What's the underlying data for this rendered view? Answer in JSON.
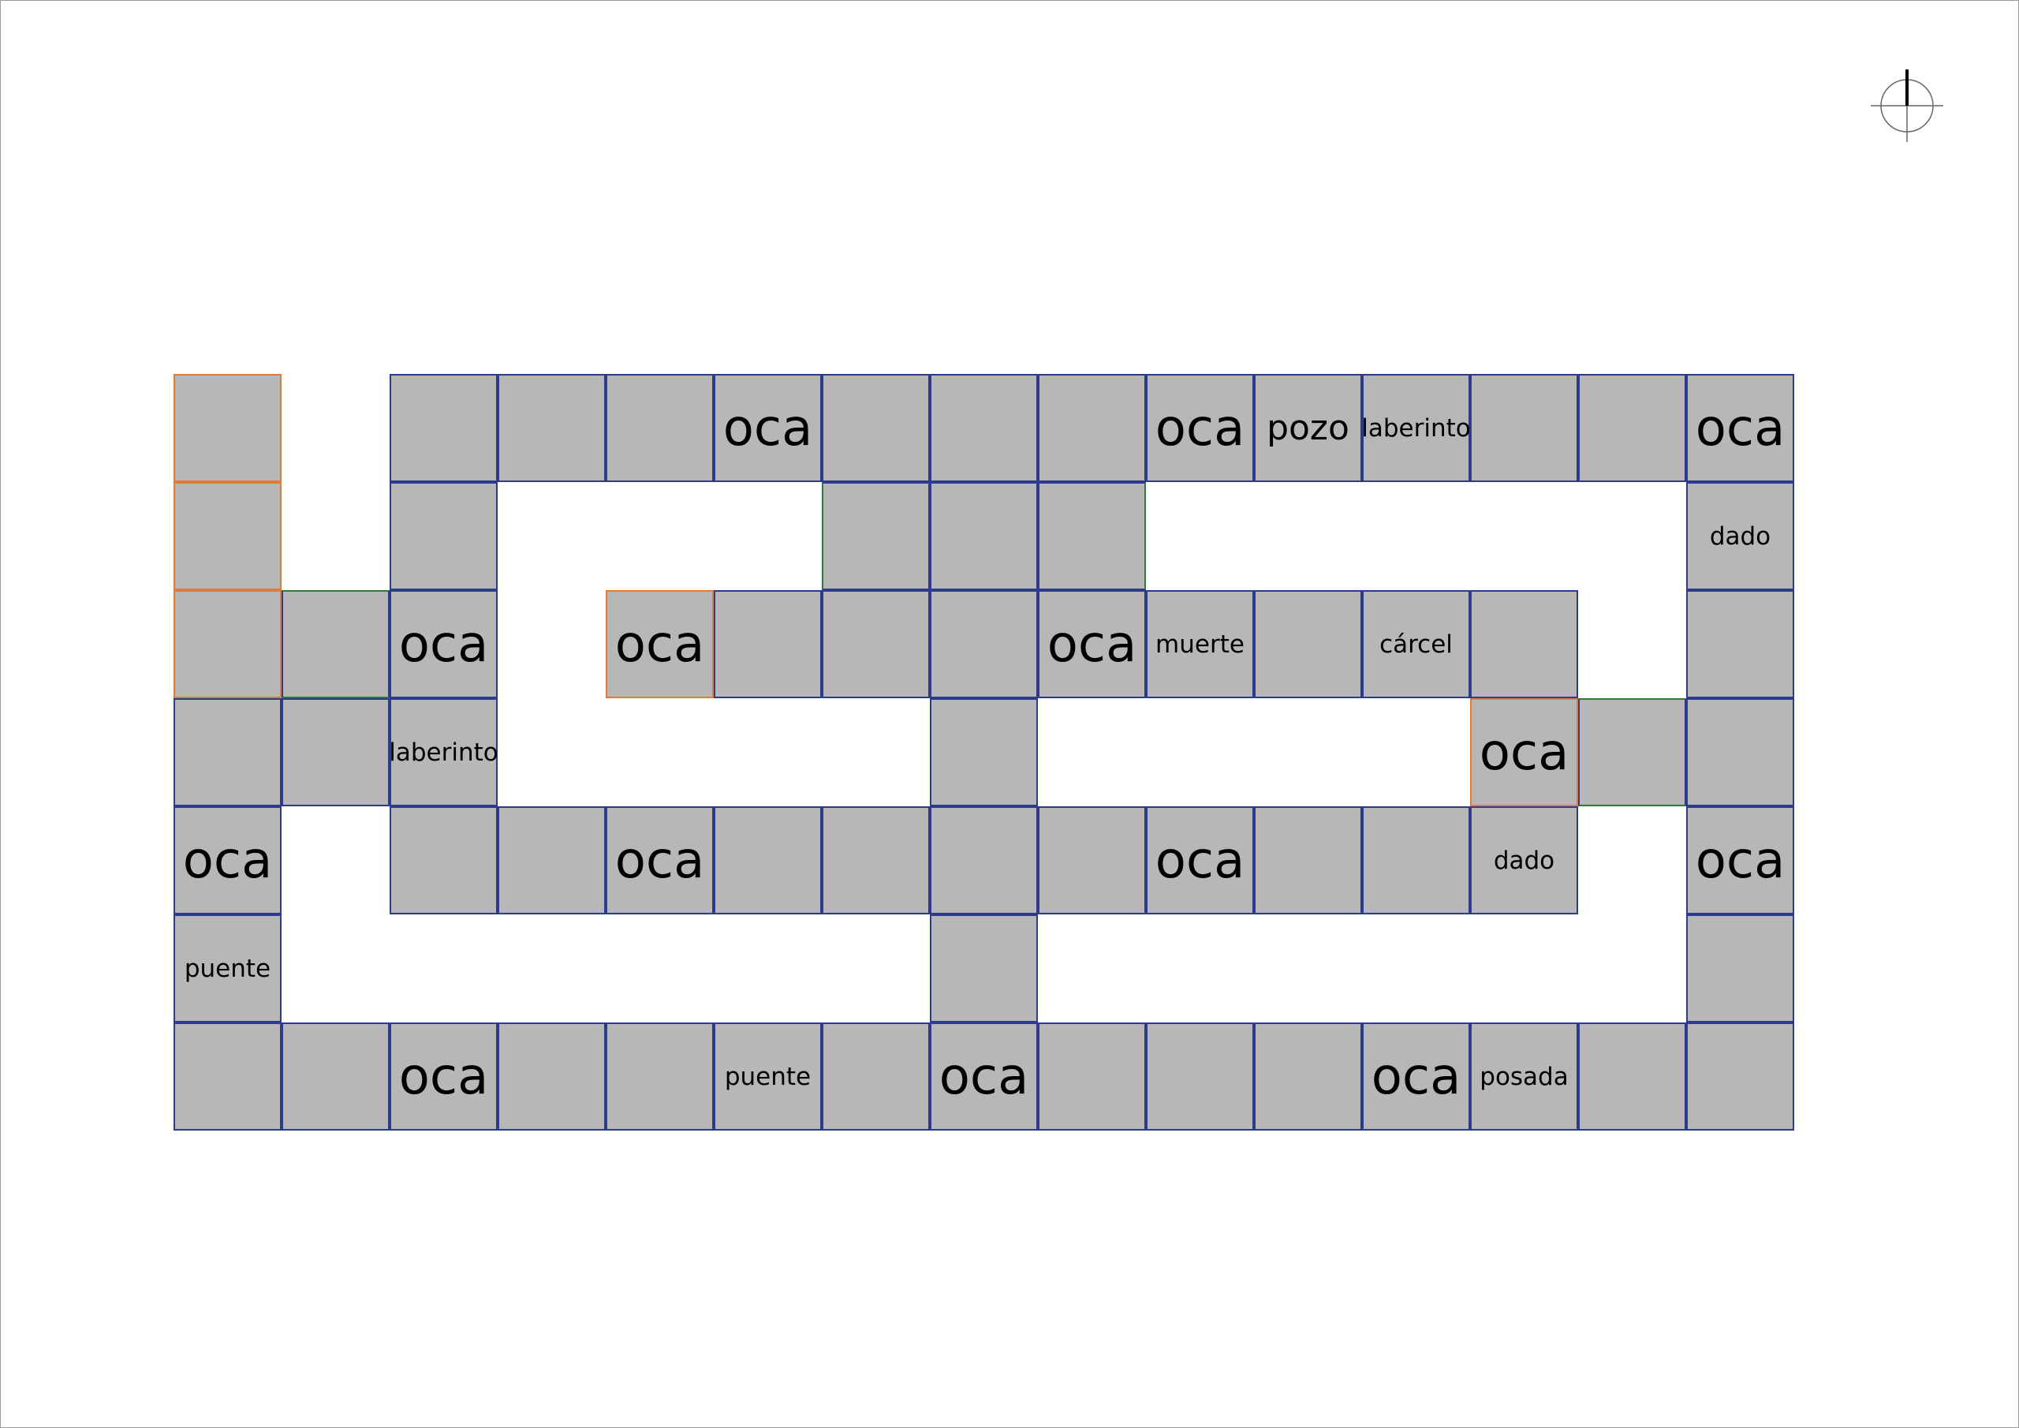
{
  "board": {
    "title_cells_note_none": null,
    "rows": [
      [
        "",
        null,
        "",
        "",
        "",
        "oca",
        "",
        "",
        "",
        "oca",
        "pozo",
        "laberinto",
        "",
        "",
        "oca"
      ],
      [
        "",
        null,
        "",
        null,
        null,
        null,
        "",
        "",
        "",
        null,
        null,
        null,
        null,
        null,
        "dado"
      ],
      [
        "",
        "",
        "oca",
        null,
        "oca",
        "",
        "",
        "",
        "oca",
        "muerte",
        "",
        "cárcel",
        "",
        null,
        ""
      ],
      [
        "",
        "",
        "laberinto",
        null,
        null,
        null,
        null,
        "",
        null,
        null,
        null,
        null,
        "oca",
        "",
        ""
      ],
      [
        "oca",
        null,
        "",
        "",
        "oca",
        "",
        "",
        "",
        "",
        "oca",
        "",
        "",
        "dado",
        null,
        "oca"
      ],
      [
        "puente",
        null,
        null,
        null,
        null,
        null,
        null,
        "",
        null,
        null,
        null,
        null,
        null,
        null,
        ""
      ],
      [
        "",
        "",
        "oca",
        "",
        "",
        "puente",
        "",
        "oca",
        "",
        "",
        "",
        "oca",
        "posada",
        "",
        ""
      ]
    ]
  },
  "colors": {
    "tile": "#b7b7b7",
    "border": "#2e3a8c",
    "highlight": "#e07b39",
    "link": "#2e7d3a"
  },
  "icons": {
    "orientation": "crosshair-north-icon"
  }
}
